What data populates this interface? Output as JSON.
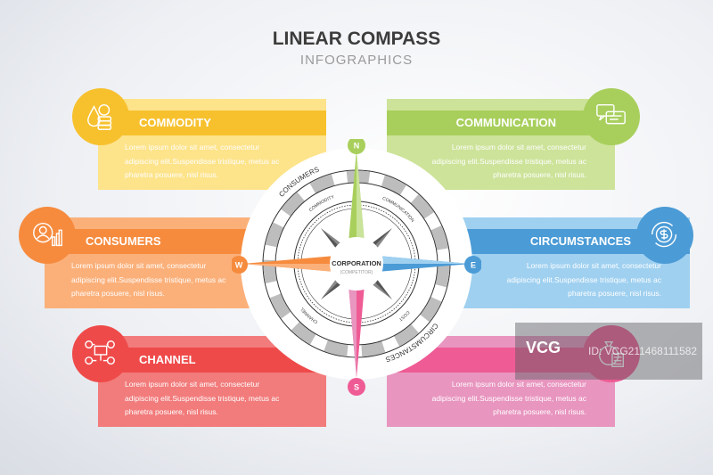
{
  "header": {
    "title": "LINEAR COMPASS",
    "subtitle": "INFOGRAPHICS"
  },
  "panels": [
    {
      "title": "COMMODITY",
      "icon": "oil-coins-icon",
      "color": "#f7c12e",
      "light": "#fde38a",
      "text": "Lorem ipsum dolor sit amet, consectetur adipiscing elit.Suspendisse tristique, metus ac pharetra posuere, nisl risus."
    },
    {
      "title": "CONSUMERS",
      "icon": "consumer-chart-icon",
      "color": "#f68b3e",
      "light": "#fbb07a",
      "text": "Lorem ipsum dolor sit amet, consectetur adipiscing elit.Suspendisse tristique, metus ac pharetra posuere, nisl risus."
    },
    {
      "title": "CHANNEL",
      "icon": "channel-network-icon",
      "color": "#ef4a4a",
      "light": "#f27b7b",
      "text": "Lorem ipsum dolor sit amet, consectetur adipiscing elit.Suspendisse tristique, metus ac pharetra posuere, nisl risus."
    },
    {
      "title": "COMMUNICATION",
      "icon": "chat-bubbles-icon",
      "color": "#a8cf5c",
      "light": "#cde39a",
      "text": "Lorem ipsum dolor sit amet, consectetur adipiscing elit.Suspendisse tristique, metus ac pharetra posuere, nisl risus."
    },
    {
      "title": "CIRCUMSTANCES",
      "icon": "dollar-cycle-icon",
      "color": "#4b9bd6",
      "light": "#9fd0f0",
      "text": "Lorem ipsum dolor sit amet, consectetur adipiscing elit.Suspendisse tristique, metus ac pharetra posuere, nisl risus."
    },
    {
      "title": "",
      "icon": "money-bag-calculator-icon",
      "color": "#ef5b95",
      "light": "#e895bf",
      "text": "Lorem ipsum dolor sit amet, consectetur adipiscing elit.Suspendisse tristique, metus ac pharetra posuere, nisl risus."
    }
  ],
  "compass": {
    "center_title": "CORPORATION",
    "center_sub": "(COMPETITOR)",
    "north": "N",
    "south": "S",
    "east": "E",
    "west": "W",
    "outer_labels": [
      "CONSUMERS",
      "CIRCUMSTANCES"
    ],
    "inner_labels": [
      "COMMODITY",
      "COMMUNICATION",
      "CHANNEL",
      "COST"
    ]
  },
  "watermark": {
    "logo": "VCG",
    "id": "ID: VCG211468111582"
  }
}
